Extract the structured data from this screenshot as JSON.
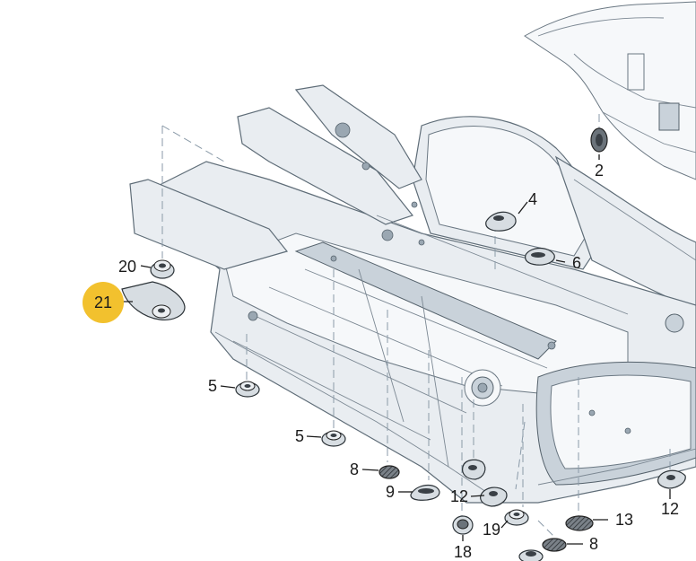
{
  "callouts": {
    "c2": "2",
    "c4": "4",
    "c5a": "5",
    "c5b": "5",
    "c6": "6",
    "c8a": "8",
    "c8b": "8",
    "c9": "9",
    "c12a": "12",
    "c12b": "12",
    "c13": "13",
    "c18": "18",
    "c19": "19",
    "c20": "20",
    "c21": "21"
  },
  "colors": {
    "highlight": "#f2c12e",
    "outline": "#1a1a1a",
    "body_panel": "#e9edf1"
  }
}
